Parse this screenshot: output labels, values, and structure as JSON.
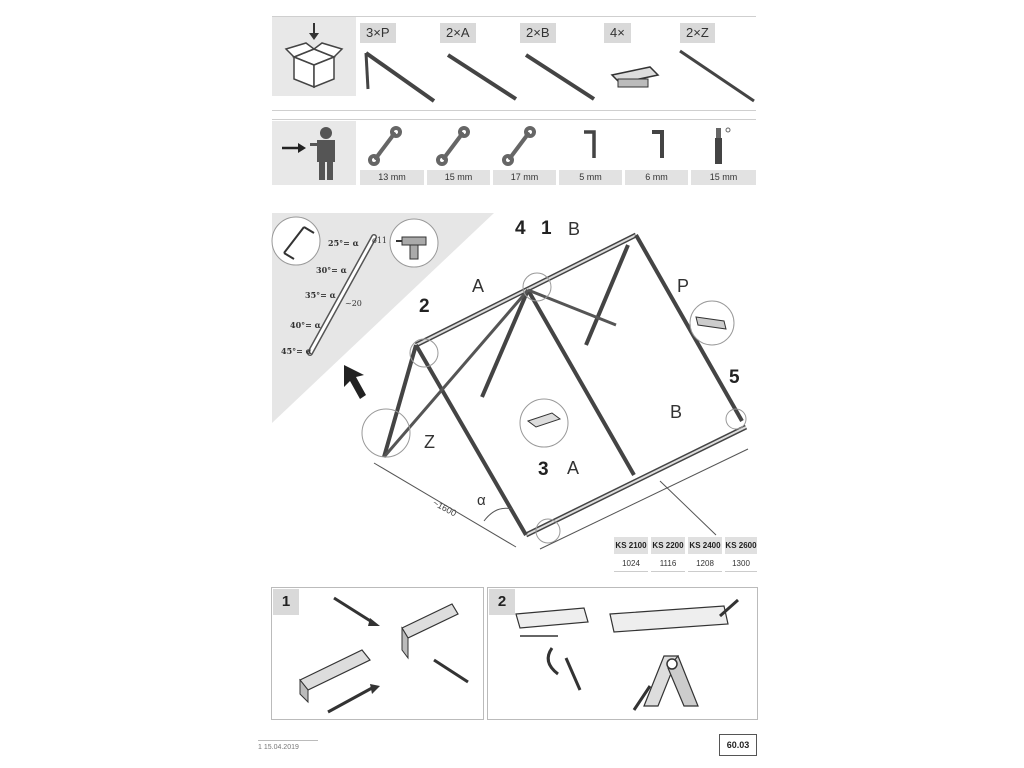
{
  "parts": [
    {
      "qty": "3×P"
    },
    {
      "qty": "2×A"
    },
    {
      "qty": "2×B"
    },
    {
      "qty": "4×"
    },
    {
      "qty": "2×Z"
    }
  ],
  "tools": [
    "13 mm",
    "15 mm",
    "17 mm",
    "5 mm",
    "6 mm",
    "15 mm"
  ],
  "angle_scale": {
    "a25": "25°= α",
    "a30": "30°= α",
    "a35": "35°= α",
    "a40": "40°= α",
    "a45": "45°= α",
    "hole": "ø11",
    "spacing": "~20"
  },
  "callouts": {
    "n1": "1",
    "n2": "2",
    "n3": "3",
    "n4": "4",
    "n5": "5"
  },
  "part_letters": {
    "a1": "A",
    "a2": "A",
    "b1": "B",
    "b2": "B",
    "p": "P",
    "z": "Z",
    "alpha": "α"
  },
  "dimension_length": "~1600",
  "size_table": {
    "headers": [
      "KS 2100",
      "KS 2200",
      "KS 2400",
      "KS 2600"
    ],
    "values": [
      "1024",
      "1116",
      "1208",
      "1300"
    ]
  },
  "details": {
    "left_num": "1",
    "right_num": "2"
  },
  "footer": {
    "date": "1  15.04.2019",
    "page": "60.03"
  }
}
